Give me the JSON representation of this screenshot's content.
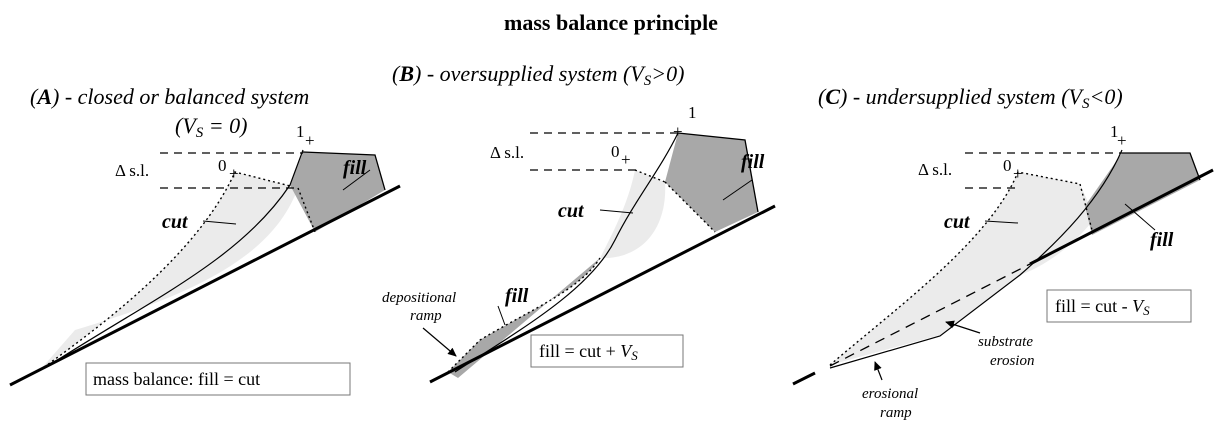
{
  "title": "mass balance principle",
  "panels": [
    {
      "id": "A",
      "letter": "A",
      "title_rest": " - closed or balanced system",
      "title_line2": "(V",
      "title_line2_sub": "S",
      "title_line2_end": " = 0)",
      "label_1": "1",
      "label_0": "0",
      "delta_sl": "Δ s.l.",
      "cut": "cut",
      "fill": "fill",
      "equation": "mass balance: fill = cut"
    },
    {
      "id": "B",
      "letter": "B",
      "title_rest": " - oversupplied system (V",
      "title_sub": "S",
      "title_end": ">0)",
      "label_1": "1",
      "label_0": "0",
      "delta_sl": "Δ s.l.",
      "cut": "cut",
      "fill_upper": "fill",
      "fill_lower": "fill",
      "ramp_line1": "depositional",
      "ramp_line2": "ramp",
      "equation": "fill = cut + ",
      "equation_v": "V",
      "equation_sub": "S"
    },
    {
      "id": "C",
      "letter": "C",
      "title_rest": " - undersupplied system (V",
      "title_sub": "S",
      "title_end": "<0)",
      "label_1": "1",
      "label_0": "0",
      "delta_sl": "Δ s.l.",
      "cut": "cut",
      "fill": "fill",
      "substrate_line1": "substrate",
      "substrate_line2": "erosion",
      "ramp_line1": "erosional",
      "ramp_line2": "ramp",
      "equation": "fill = cut - ",
      "equation_v": "V",
      "equation_sub": "S"
    }
  ],
  "colors": {
    "fill_dark": "#a8a8a8",
    "fill_light": "#ebebeb",
    "line": "#000000"
  }
}
